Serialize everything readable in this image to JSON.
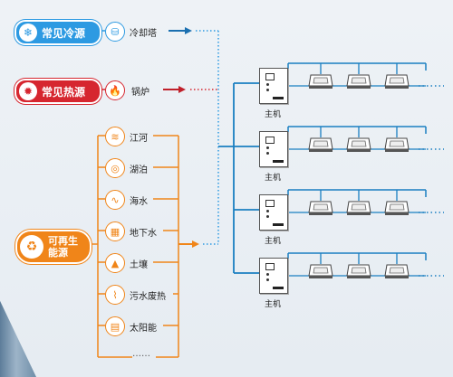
{
  "sources": {
    "cold": {
      "label": "常见冷源",
      "icon": "snowflake-icon",
      "item": "冷却塔",
      "color": "#2d9ae2"
    },
    "heat": {
      "label": "常见热源",
      "icon": "sun-icon",
      "item": "锅炉",
      "color": "#d6262f"
    },
    "renewable": {
      "label_line1": "可再生",
      "label_line2": "能源",
      "icon": "recycle-icon",
      "color": "#f08519",
      "items": [
        {
          "label": "江河",
          "icon": "river-icon"
        },
        {
          "label": "湖泊",
          "icon": "lake-icon"
        },
        {
          "label": "海水",
          "icon": "sea-wave-icon"
        },
        {
          "label": "地下水",
          "icon": "groundwater-icon"
        },
        {
          "label": "土壤",
          "icon": "soil-icon"
        },
        {
          "label": "污水废热",
          "icon": "wastewater-icon"
        },
        {
          "label": "太阳能",
          "icon": "solar-panel-icon"
        }
      ],
      "more": "……"
    }
  },
  "hosts": [
    {
      "label": "主机"
    },
    {
      "label": "主机"
    },
    {
      "label": "主机"
    },
    {
      "label": "主机"
    }
  ],
  "units_per_host": 3,
  "line_color": "#1a7fc1"
}
